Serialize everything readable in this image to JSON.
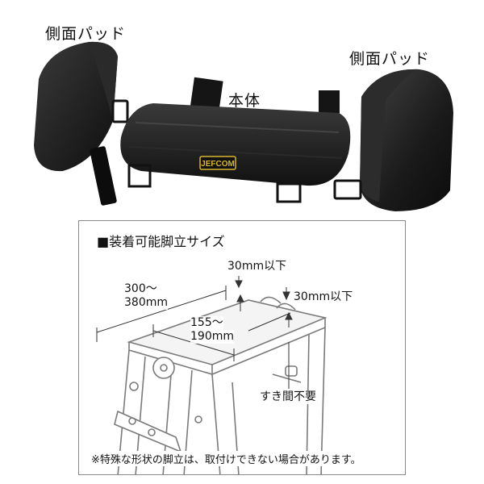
{
  "labels": {
    "side_pad_left": "側面パッド",
    "side_pad_right": "側面パッド",
    "main_body": "本体",
    "logo": "JEFCOM"
  },
  "panel": {
    "title": "■装着可能脚立サイズ",
    "width_range_a": "300〜",
    "width_range_b": "380mm",
    "inner_range_a": "155〜",
    "inner_range_b": "190mm",
    "top_limit": "30mm以下",
    "side_limit": "30mm以下",
    "gap_note": "すき間不要",
    "footnote": "※特殊な形状の脚立は、取付けできない場合があります。"
  },
  "colors": {
    "pad_black": "#1b1b1b",
    "logo_gold": "#d8b530",
    "line_gray": "#7a7a7a"
  }
}
